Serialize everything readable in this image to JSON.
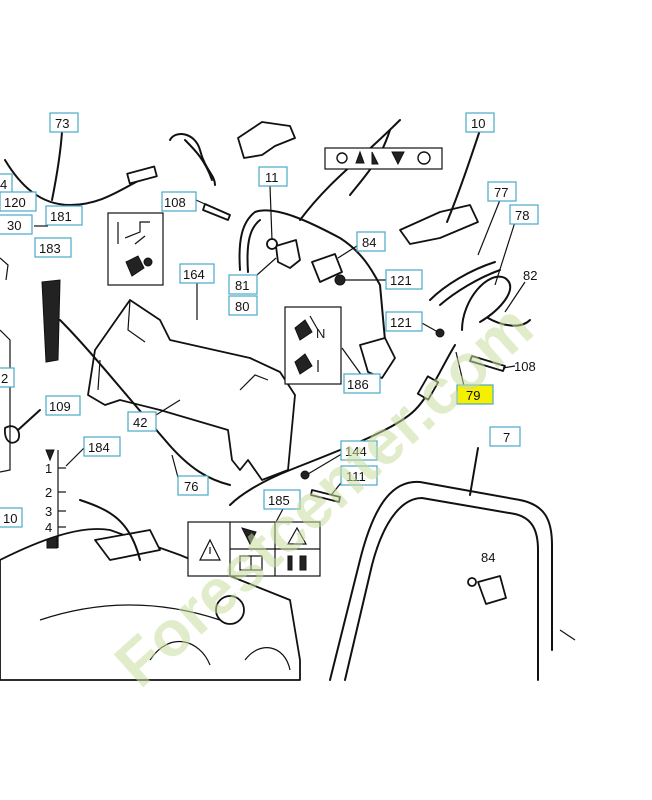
{
  "parts": [
    {
      "id": "label-73",
      "text": "73"
    },
    {
      "id": "label-10-top",
      "text": "10"
    },
    {
      "id": "label-4",
      "text": "4"
    },
    {
      "id": "label-120",
      "text": "120"
    },
    {
      "id": "label-30",
      "text": "30"
    },
    {
      "id": "label-181",
      "text": "181"
    },
    {
      "id": "label-183",
      "text": "183"
    },
    {
      "id": "label-108-left",
      "text": "108"
    },
    {
      "id": "label-11",
      "text": "11"
    },
    {
      "id": "label-84-top",
      "text": "84"
    },
    {
      "id": "label-121-top",
      "text": "121"
    },
    {
      "id": "label-77",
      "text": "77"
    },
    {
      "id": "label-78",
      "text": "78"
    },
    {
      "id": "label-82",
      "text": "82"
    },
    {
      "id": "label-164",
      "text": "164"
    },
    {
      "id": "label-81",
      "text": "81"
    },
    {
      "id": "label-80",
      "text": "80"
    },
    {
      "id": "label-121-mid",
      "text": "121"
    },
    {
      "id": "label-108-right",
      "text": "108"
    },
    {
      "id": "label-79",
      "text": "79"
    },
    {
      "id": "label-186",
      "text": "186"
    },
    {
      "id": "label-2",
      "text": "2"
    },
    {
      "id": "label-109",
      "text": "109"
    },
    {
      "id": "label-42",
      "text": "42"
    },
    {
      "id": "label-7",
      "text": "7"
    },
    {
      "id": "label-184",
      "text": "184"
    },
    {
      "id": "label-76",
      "text": "76"
    },
    {
      "id": "label-144",
      "text": "144"
    },
    {
      "id": "label-111",
      "text": "111"
    },
    {
      "id": "label-185",
      "text": "185"
    },
    {
      "id": "label-10-left",
      "text": "10"
    },
    {
      "id": "label-84-bottom",
      "text": "84"
    }
  ],
  "decals": {
    "throttle_n": "N",
    "scale_1": "1",
    "scale_2": "2",
    "scale_3": "3",
    "scale_4": "4"
  },
  "watermark": "Forestcenter.com",
  "colors": {
    "label_border": "#4aa8c8",
    "highlight": "#f5f000",
    "watermark": "#c9dd9f"
  }
}
